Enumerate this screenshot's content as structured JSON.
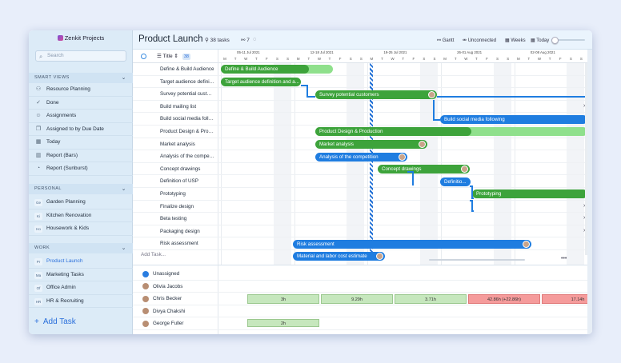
{
  "app": {
    "name": "Zenkit Projects"
  },
  "sidebar": {
    "search_placeholder": "Search",
    "smart_views": {
      "title": "SMART VIEWS",
      "items": [
        {
          "label": "Resource Planning",
          "icon": "resource-icon"
        },
        {
          "label": "Done",
          "icon": "check-icon"
        },
        {
          "label": "Assignments",
          "icon": "user-icon"
        },
        {
          "label": "Assigned to by Due Date",
          "icon": "stack-icon"
        },
        {
          "label": "Today",
          "icon": "calendar-icon"
        },
        {
          "label": "Report (Bars)",
          "icon": "bar-chart-icon"
        },
        {
          "label": "Report (Sunburst)",
          "icon": "clock-icon"
        }
      ]
    },
    "personal": {
      "title": "PERSONAL",
      "items": [
        {
          "abbr": "Ge",
          "label": "Garden Planning"
        },
        {
          "abbr": "Ki",
          "label": "Kitchen Renovation"
        },
        {
          "abbr": "Ho",
          "label": "Housework & Kids"
        }
      ]
    },
    "work": {
      "title": "WORK",
      "items": [
        {
          "abbr": "Pr",
          "label": "Product Launch"
        },
        {
          "abbr": "Ma",
          "label": "Marketing Tasks"
        },
        {
          "abbr": "Of",
          "label": "Office Admin"
        },
        {
          "abbr": "HR",
          "label": "HR & Recruiting"
        }
      ]
    },
    "add_task": "Add Task"
  },
  "topbar": {
    "title": "Product Launch",
    "tasks": "38 tasks",
    "people": "7",
    "gantt": "Gantt",
    "unconnected": "Unconnected",
    "weeks": "Weeks",
    "today": "Today"
  },
  "grid": {
    "column_title": "Title",
    "column_count": "38",
    "add_task": "Add Task...",
    "weeks": [
      "05-11 Jul 2021",
      "12-18 Jul 2021",
      "19-25 Jul 2021",
      "26-01 Aug 2021",
      "02-08 Aug 2021"
    ],
    "days": [
      "M",
      "T",
      "W",
      "T",
      "F",
      "S",
      "S"
    ],
    "rows": [
      "Define & Build Audience",
      "Target audience definition and a...",
      "Survey potential customers",
      "Build mailing list",
      "Build social media following",
      "Product Design & Production",
      "Market analysis",
      "Analysis of the competition",
      "Concept drawings",
      "Definition of USP",
      "Prototyping",
      "Finalize design",
      "Beta testing",
      "Packaging design",
      "Risk assessment"
    ],
    "bars": {
      "b0": "Define & Build Audience",
      "b1": "Target audience definition and a...",
      "b2": "Survey potential customers",
      "b4": "Build social media following",
      "b5": "Product Design & Production",
      "b6": "Market analysis",
      "b7": "Analysis of the competition",
      "b8": "Concept drawings",
      "b9": "Definitio...",
      "b10": "Prototyping",
      "b14": "Risk assessment",
      "b15": "Material and labor cost estimate"
    }
  },
  "resource": {
    "people": [
      "Unassigned",
      "Olivia Jacobs",
      "Chris Becker",
      "Divya Chakshi",
      "George Fuller"
    ],
    "chris_cells": [
      "3h",
      "9.29h",
      "3.71h",
      "42.86h (+22.86h)",
      "17.14h"
    ],
    "george_cells": [
      "2h"
    ]
  },
  "colors": {
    "green": "#3da33b",
    "light_green": "#8fe08c",
    "blue": "#1f7de0",
    "over": "#f59b9b"
  }
}
